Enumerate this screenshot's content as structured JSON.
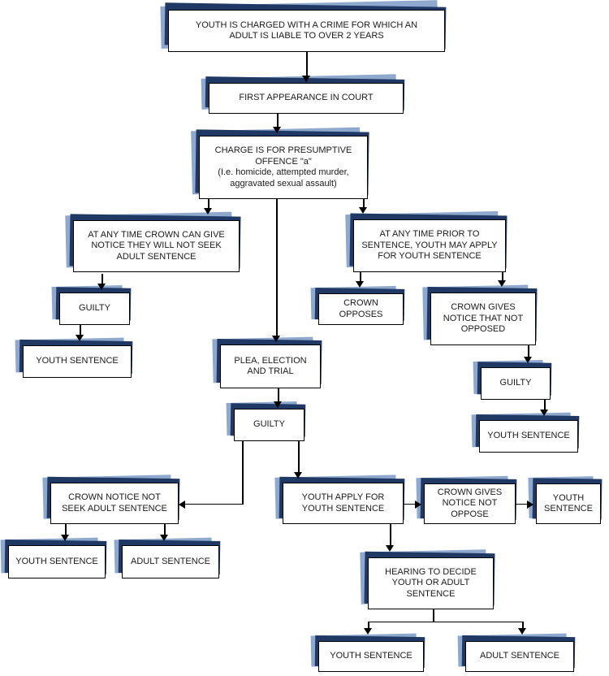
{
  "diagram": {
    "type": "flowchart",
    "subject": "Youth criminal charge / adult vs youth sentencing process",
    "colors": {
      "box_background": "#FFFFFF",
      "box_border": "#000000",
      "shadow_light_blue": "#8FA9CE",
      "shadow_dark_navy": "#1F3864",
      "page_background": "#FFFFFF"
    }
  },
  "nodes": {
    "charged": {
      "label": "YOUTH IS CHARGED WITH A CRIME FOR WHICH AN\nADULT IS LIABLE TO OVER 2 YEARS"
    },
    "first_appearance": {
      "label": "FIRST APPEARANCE IN COURT"
    },
    "charge_presumptive": {
      "label": "CHARGE IS FOR PRESUMPTIVE\nOFFENCE \"a\"\n(I.e. homicide, attempted murder,\naggravated sexual assault)"
    },
    "crown_can_give_notice": {
      "label": "AT ANY TIME CROWN CAN GIVE\nNOTICE THEY WILL NOT SEEK\nADULT SENTENCE"
    },
    "youth_may_apply": {
      "label": "AT ANY TIME PRIOR TO\nSENTENCE, YOUTH MAY APPLY\nFOR YOUTH SENTENCE"
    },
    "guilty_left": {
      "label": "GUILTY"
    },
    "youth_sentence_left": {
      "label": "YOUTH SENTENCE"
    },
    "crown_opposes": {
      "label": "CROWN\nOPPOSES"
    },
    "crown_gives_notice_not_opposed": {
      "label": "CROWN GIVES\nNOTICE THAT NOT\nOPPOSED"
    },
    "plea_election_trial": {
      "label": "PLEA, ELECTION\nAND TRIAL"
    },
    "guilty_mid": {
      "label": "GUILTY"
    },
    "guilty_right": {
      "label": "GUILTY"
    },
    "youth_sentence_right": {
      "label": "YOUTH SENTENCE"
    },
    "crown_notice_not_seek": {
      "label": "CROWN NOTICE NOT\nSEEK ADULT SENTENCE"
    },
    "youth_apply": {
      "label": "YOUTH APPLY FOR\nYOUTH SENTENCE"
    },
    "crown_gives_notice_not_oppose": {
      "label": "CROWN GIVES\nNOTICE NOT\nOPPOSE"
    },
    "youth_sentence_far_right": {
      "label": "YOUTH\nSENTENCE"
    },
    "youth_sentence_bottom_left": {
      "label": "YOUTH SENTENCE"
    },
    "adult_sentence_bottom_left": {
      "label": "ADULT SENTENCE"
    },
    "hearing": {
      "label": "HEARING TO DECIDE\nYOUTH OR ADULT\nSENTENCE"
    },
    "youth_sentence_bottom": {
      "label": "YOUTH SENTENCE"
    },
    "adult_sentence_bottom": {
      "label": "ADULT SENTENCE"
    }
  },
  "edges": [
    {
      "from": "charged",
      "to": "first_appearance"
    },
    {
      "from": "first_appearance",
      "to": "charge_presumptive"
    },
    {
      "from": "charge_presumptive",
      "to": "crown_can_give_notice"
    },
    {
      "from": "charge_presumptive",
      "to": "plea_election_trial"
    },
    {
      "from": "charge_presumptive",
      "to": "youth_may_apply"
    },
    {
      "from": "crown_can_give_notice",
      "to": "guilty_left"
    },
    {
      "from": "guilty_left",
      "to": "youth_sentence_left"
    },
    {
      "from": "youth_may_apply",
      "to": "crown_opposes"
    },
    {
      "from": "youth_may_apply",
      "to": "crown_gives_notice_not_opposed"
    },
    {
      "from": "crown_gives_notice_not_opposed",
      "to": "guilty_right"
    },
    {
      "from": "guilty_right",
      "to": "youth_sentence_right"
    },
    {
      "from": "plea_election_trial",
      "to": "guilty_mid"
    },
    {
      "from": "guilty_mid",
      "to": "crown_notice_not_seek"
    },
    {
      "from": "guilty_mid",
      "to": "youth_apply"
    },
    {
      "from": "crown_notice_not_seek",
      "to": "youth_sentence_bottom_left"
    },
    {
      "from": "crown_notice_not_seek",
      "to": "adult_sentence_bottom_left"
    },
    {
      "from": "youth_apply",
      "to": "crown_gives_notice_not_oppose"
    },
    {
      "from": "crown_gives_notice_not_oppose",
      "to": "youth_sentence_far_right"
    },
    {
      "from": "youth_apply",
      "to": "hearing"
    },
    {
      "from": "hearing",
      "to": "youth_sentence_bottom"
    },
    {
      "from": "hearing",
      "to": "adult_sentence_bottom"
    }
  ]
}
